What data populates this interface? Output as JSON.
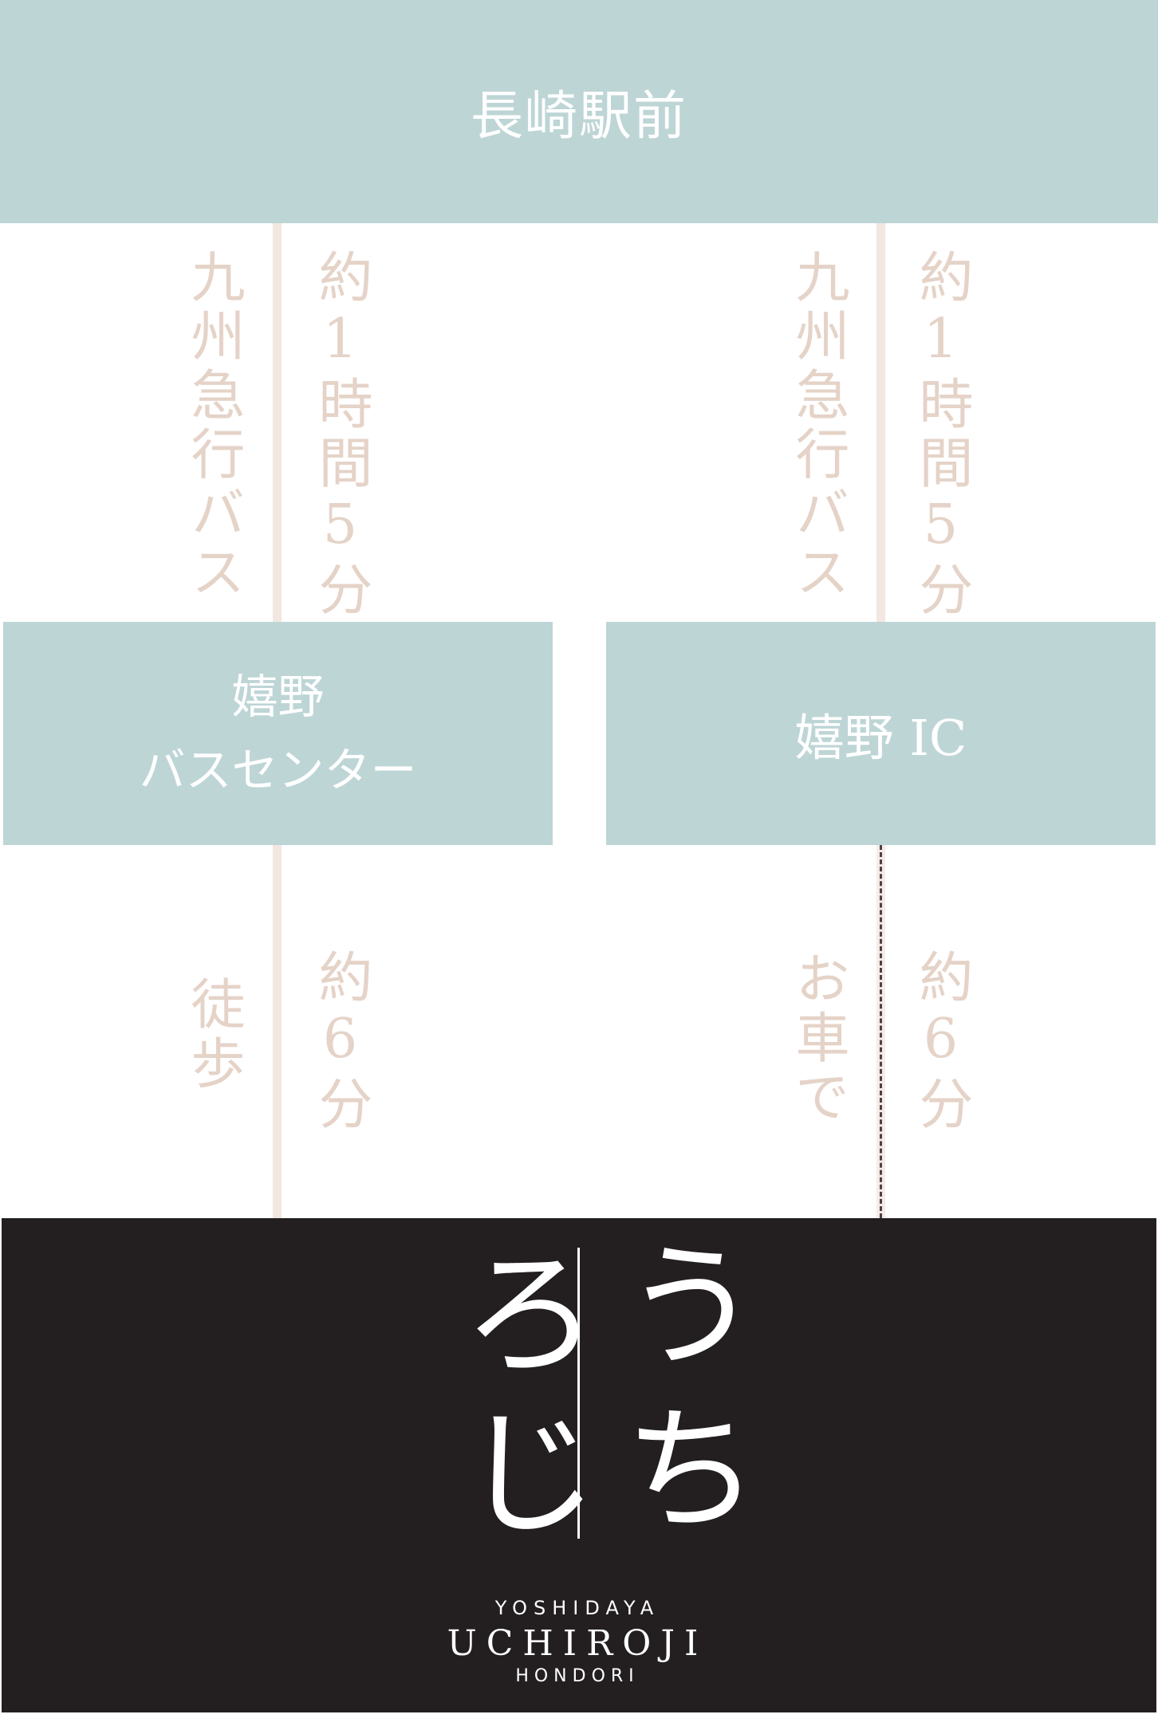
{
  "stations": {
    "top": "長崎駅前",
    "left_line1": "嬉野",
    "left_line2": "バスセンター",
    "right": "嬉野 IC"
  },
  "routes": {
    "upper_left": {
      "mode": "九州急行バス",
      "time": "約1時間5分"
    },
    "upper_right": {
      "mode": "九州急行バス",
      "time": "約1時間5分"
    },
    "lower_left": {
      "mode": "徒歩",
      "time": "約6分"
    },
    "lower_right": {
      "mode": "お車で",
      "time": "約6分"
    }
  },
  "logo": {
    "glyph_u": "う",
    "glyph_chi": "ち",
    "glyph_ro": "ろ",
    "glyph_ji": "じ",
    "line1": "YOSHIDAYA",
    "line2": "UCHIROJI",
    "line3": "HONDORI"
  },
  "colors": {
    "station_box": "#bed5d6",
    "route_text": "#e5d3c8",
    "connector": "#f2e7e1",
    "footer": "#231f21"
  }
}
